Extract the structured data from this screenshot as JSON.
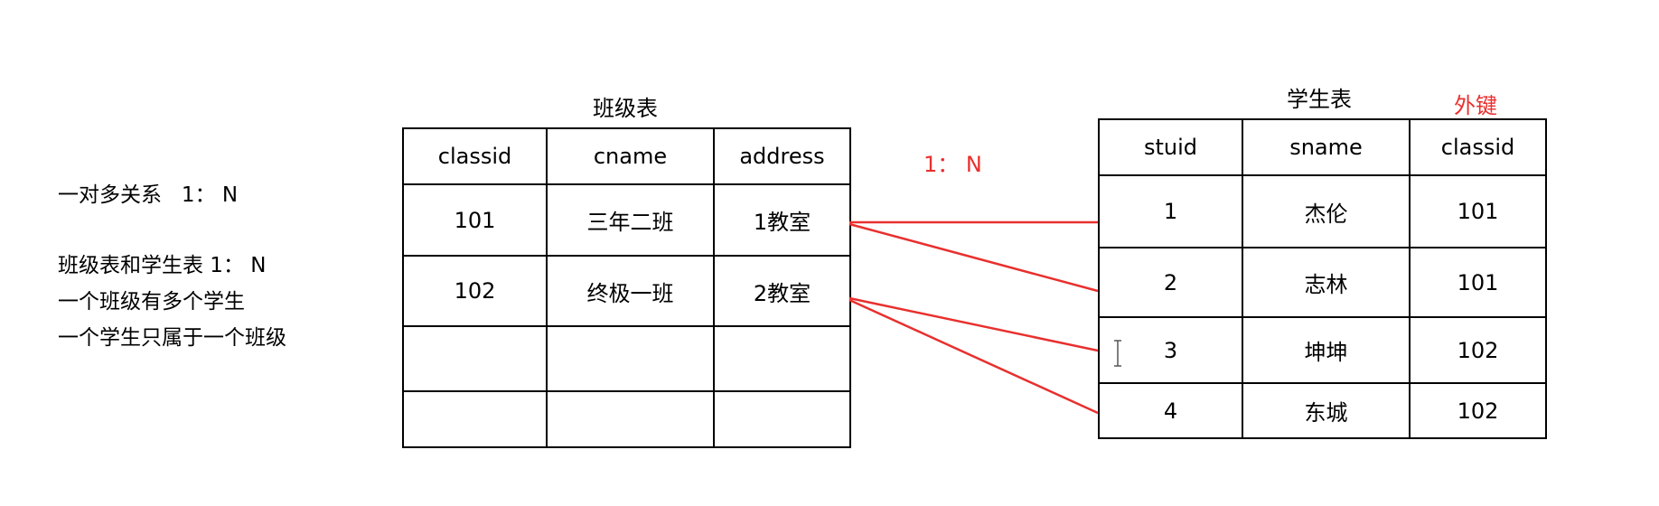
{
  "notes": {
    "line1": "一对多关系   1： N",
    "line2": "班级表和学生表 1： N",
    "line3": "一个班级有多个学生",
    "line4": "一个学生只属于一个班级"
  },
  "class_table": {
    "title": "班级表",
    "headers": [
      "classid",
      "cname",
      "address"
    ],
    "rows": [
      [
        "101",
        "三年二班",
        "1教室"
      ],
      [
        "102",
        "终极一班",
        "2教室"
      ],
      [
        "",
        "",
        ""
      ],
      [
        "",
        "",
        ""
      ]
    ]
  },
  "student_table": {
    "title": "学生表",
    "fk_label": "外键",
    "headers": [
      "stuid",
      "sname",
      "classid"
    ],
    "rows": [
      [
        "1",
        "杰伦",
        "101"
      ],
      [
        "2",
        "志林",
        "101"
      ],
      [
        "3",
        "坤坤",
        "102"
      ],
      [
        "4",
        "东城",
        "102"
      ]
    ]
  },
  "relation": {
    "label": "1： N",
    "line_color": "#e8302e"
  }
}
